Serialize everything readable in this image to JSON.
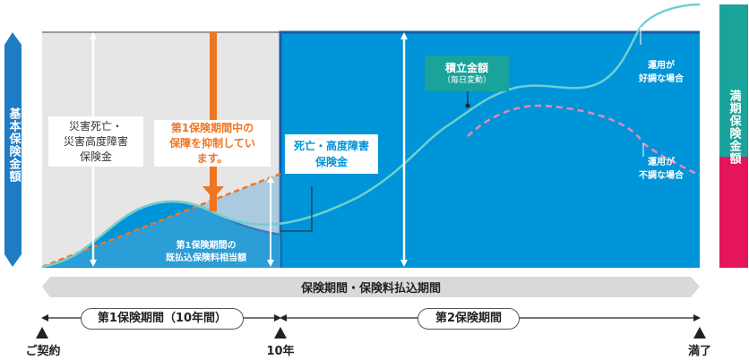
{
  "left_bar": {
    "label": "基本保険金額"
  },
  "right_bar": {
    "label": "満期保険金額"
  },
  "box_death_first": {
    "lines": [
      "災害死亡・",
      "災害高度障害",
      "保険金"
    ]
  },
  "box_suppress": {
    "lines": [
      "第1保険期間中の",
      "保障を抑制してい",
      "ます。"
    ]
  },
  "box_death_second": {
    "lines": [
      "死亡・高度障害",
      "保険金"
    ]
  },
  "box_reserve": {
    "title": "積立金額",
    "subtitle": "（毎日変動）"
  },
  "note_paid_premium": {
    "lines": [
      "第1保険期間の",
      "既払込保険料相当額"
    ]
  },
  "note_good": {
    "lines": [
      "運用が",
      "好調な場合"
    ]
  },
  "note_bad": {
    "lines": [
      "運用が",
      "不調な場合"
    ]
  },
  "period_total": "保険期間・保険料払込期間",
  "period_first": "第1保険期間（10年間）",
  "period_second": "第2保険期間",
  "timeline": {
    "start": "ご契約",
    "mid": "10年",
    "end": "満了"
  },
  "colors": {
    "blue": "#0094d8",
    "dark_blue": "#1a5aa6",
    "gray": "#e6e6e6",
    "orange": "#ee7623",
    "teal": "#1aa39a",
    "magenta": "#e4155b",
    "line": "#6fcfcf",
    "pink_dash": "#ee86b4"
  }
}
